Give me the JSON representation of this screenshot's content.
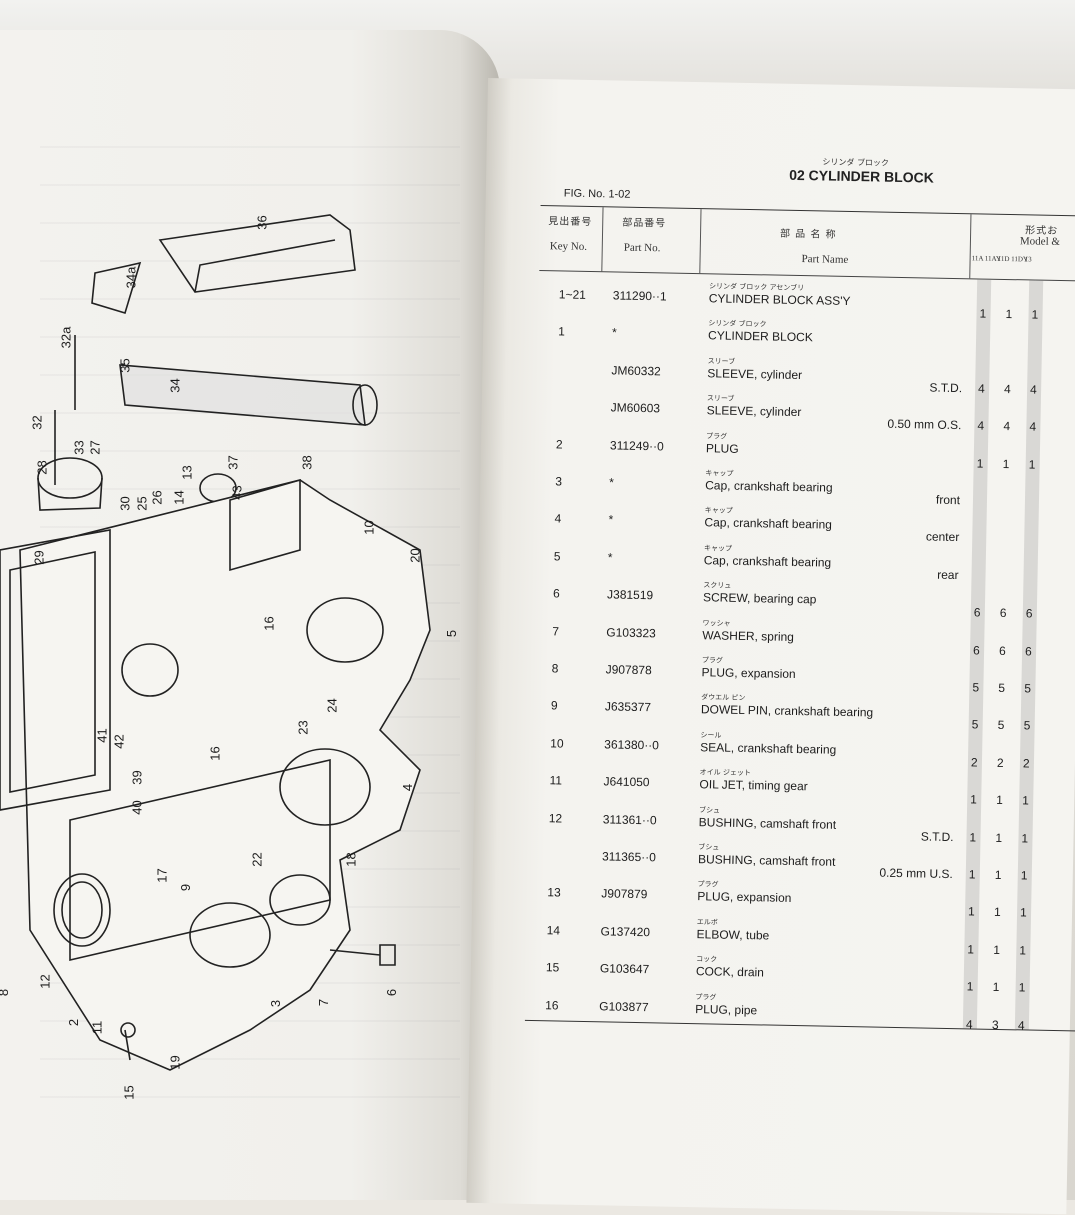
{
  "figure": {
    "title": "02 CYLINDER BLOCK",
    "title_ruby": "シリンダ ブロック",
    "fig_no": "FIG. No. 1-02"
  },
  "headers": {
    "key_ja": "見出番号",
    "key_en": "Key No.",
    "part_ja": "部品番号",
    "part_en": "Part No.",
    "name_ja": "部 品 名 称",
    "name_en": "Part Name",
    "model_ja": "形式お",
    "model_en": "Model &",
    "model_cols": [
      "11A\n11AY",
      "11D\n11DY",
      "13"
    ]
  },
  "rows": [
    {
      "key": "1~21",
      "part": "311290··1",
      "ruby": "シリンダ ブロック アセンブリ",
      "name": "CYLINDER BLOCK ASS'Y",
      "note": "",
      "q": [
        "1",
        "1",
        "1"
      ]
    },
    {
      "key": "1",
      "part": "*",
      "ruby": "シリンダ ブロック",
      "name": "CYLINDER BLOCK",
      "note": "",
      "q": [
        "",
        "",
        ""
      ]
    },
    {
      "key": "",
      "part": "JM60332",
      "ruby": "スリーブ",
      "name": "SLEEVE, cylinder",
      "note": "S.T.D.",
      "q": [
        "4",
        "4",
        "4"
      ]
    },
    {
      "key": "",
      "part": "JM60603",
      "ruby": "スリーブ",
      "name": "SLEEVE, cylinder",
      "note": "0.50 mm O.S.",
      "q": [
        "4",
        "4",
        "4"
      ]
    },
    {
      "key": "2",
      "part": "311249··0",
      "ruby": "プラグ",
      "name": "PLUG",
      "note": "",
      "q": [
        "1",
        "1",
        "1"
      ]
    },
    {
      "key": "3",
      "part": "*",
      "ruby": "キャップ",
      "name": "Cap, crankshaft bearing",
      "note": "front",
      "q": [
        "",
        "",
        ""
      ]
    },
    {
      "key": "4",
      "part": "*",
      "ruby": "キャップ",
      "name": "Cap, crankshaft bearing",
      "note": "center",
      "q": [
        "",
        "",
        ""
      ]
    },
    {
      "key": "5",
      "part": "*",
      "ruby": "キャップ",
      "name": "Cap, crankshaft bearing",
      "note": "rear",
      "q": [
        "",
        "",
        ""
      ]
    },
    {
      "key": "6",
      "part": "J381519",
      "ruby": "スクリュ",
      "name": "SCREW, bearing cap",
      "note": "",
      "q": [
        "6",
        "6",
        "6"
      ]
    },
    {
      "key": "7",
      "part": "G103323",
      "ruby": "ワッシャ",
      "name": "WASHER, spring",
      "note": "",
      "q": [
        "6",
        "6",
        "6"
      ]
    },
    {
      "key": "8",
      "part": "J907878",
      "ruby": "プラグ",
      "name": "PLUG, expansion",
      "note": "",
      "q": [
        "5",
        "5",
        "5"
      ]
    },
    {
      "key": "9",
      "part": "J635377",
      "ruby": "ダウエル ピン",
      "name": "DOWEL PIN, crankshaft bearing",
      "note": "",
      "q": [
        "5",
        "5",
        "5"
      ]
    },
    {
      "key": "10",
      "part": "361380··0",
      "ruby": "シール",
      "name": "SEAL, crankshaft bearing",
      "note": "",
      "q": [
        "2",
        "2",
        "2"
      ]
    },
    {
      "key": "11",
      "part": "J641050",
      "ruby": "オイル ジェット",
      "name": "OIL JET, timing gear",
      "note": "",
      "q": [
        "1",
        "1",
        "1"
      ]
    },
    {
      "key": "12",
      "part": "311361··0",
      "ruby": "ブシュ",
      "name": "BUSHING, camshaft front",
      "note": "S.T.D.",
      "q": [
        "1",
        "1",
        "1"
      ]
    },
    {
      "key": "",
      "part": "311365··0",
      "ruby": "ブシュ",
      "name": "BUSHING, camshaft front",
      "note": "0.25 mm U.S.",
      "q": [
        "1",
        "1",
        "1"
      ]
    },
    {
      "key": "13",
      "part": "J907879",
      "ruby": "プラグ",
      "name": "PLUG, expansion",
      "note": "",
      "q": [
        "1",
        "1",
        "1"
      ]
    },
    {
      "key": "14",
      "part": "G137420",
      "ruby": "エルボ",
      "name": "ELBOW, tube",
      "note": "",
      "q": [
        "1",
        "1",
        "1"
      ]
    },
    {
      "key": "15",
      "part": "G103647",
      "ruby": "コック",
      "name": "COCK, drain",
      "note": "",
      "q": [
        "1",
        "1",
        "1"
      ]
    },
    {
      "key": "16",
      "part": "G103877",
      "ruby": "プラグ",
      "name": "PLUG, pipe",
      "note": "",
      "q": [
        "4",
        "3",
        "4"
      ]
    }
  ],
  "diagram": {
    "callouts": [
      "36",
      "34a",
      "32a",
      "35",
      "34",
      "37",
      "38",
      "32",
      "33",
      "27",
      "28",
      "13",
      "43",
      "14",
      "26",
      "25",
      "30",
      "29",
      "10",
      "20",
      "16",
      "5",
      "24",
      "23",
      "41",
      "42",
      "39",
      "40",
      "16",
      "4",
      "22",
      "18",
      "9",
      "17",
      "12",
      "2",
      "11",
      "3",
      "7",
      "6",
      "19",
      "15",
      "8"
    ]
  }
}
